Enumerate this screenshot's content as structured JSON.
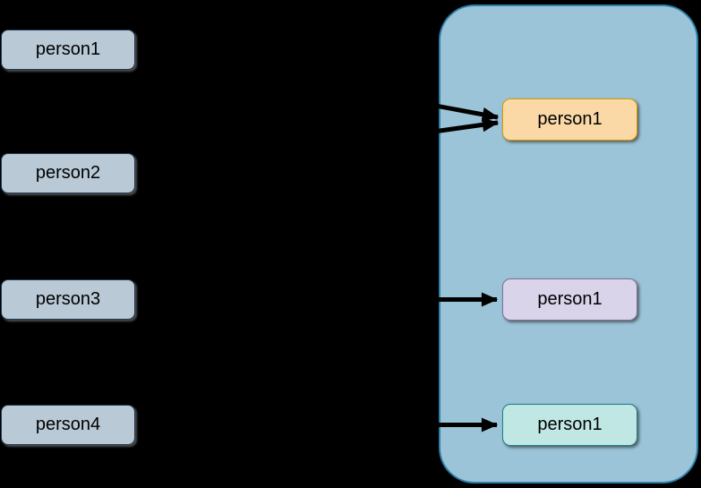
{
  "diagram": {
    "source_nodes": [
      {
        "id": "person1",
        "label": "person1"
      },
      {
        "id": "person2",
        "label": "person2"
      },
      {
        "id": "person3",
        "label": "person3"
      },
      {
        "id": "person4",
        "label": "person4"
      }
    ],
    "group": {
      "fill": "#9cc4d8",
      "border": "#2e7ea6"
    },
    "container_nodes": [
      {
        "id": "merged-top",
        "label": "person1",
        "fill": "#fbd9a6",
        "border": "#d79b00"
      },
      {
        "id": "merged-middle",
        "label": "person1",
        "fill": "#d9d4ea",
        "border": "#7a739e"
      },
      {
        "id": "merged-bottom",
        "label": "person1",
        "fill": "#c0e7e4",
        "border": "#1a8088"
      }
    ],
    "edges": [
      {
        "from": "person1",
        "to": "merged-top"
      },
      {
        "from": "person2",
        "to": "merged-top"
      },
      {
        "from": "person3",
        "to": "merged-middle"
      },
      {
        "from": "person4",
        "to": "merged-bottom"
      }
    ],
    "colors": {
      "background": "#000000",
      "source_fill": "#b9c9d6",
      "source_border": "#1f3a52",
      "arrow": "#000000"
    }
  }
}
